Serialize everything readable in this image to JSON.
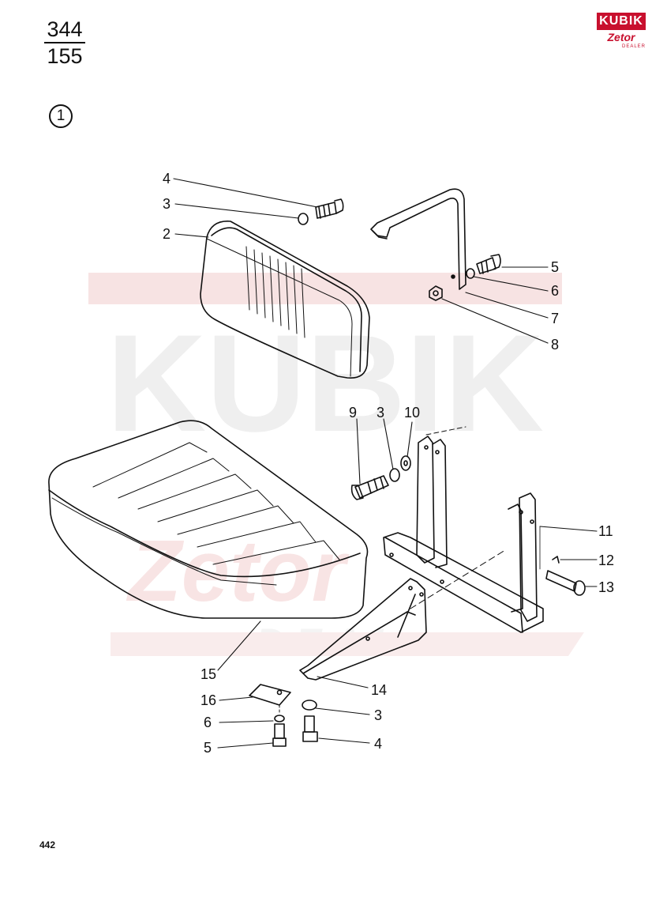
{
  "page_number": {
    "numerator": "344",
    "denominator": "155"
  },
  "figure_number": "1",
  "footer_number": "442",
  "logo": {
    "brand": "KUBIK",
    "sub_brand": "Zetor",
    "tag": "DEALER"
  },
  "watermark": {
    "brand": "KUBIK",
    "sub_brand": "Zetor",
    "tag": "DEAL"
  },
  "colors": {
    "brand_red": "#c8102e",
    "line": "#111111",
    "watermark": "#f6dede"
  },
  "callouts": [
    {
      "id": "c-4-top",
      "text": "4"
    },
    {
      "id": "c-3-top",
      "text": "3"
    },
    {
      "id": "c-2",
      "text": "2"
    },
    {
      "id": "c-5-top",
      "text": "5"
    },
    {
      "id": "c-6-top",
      "text": "6"
    },
    {
      "id": "c-7",
      "text": "7"
    },
    {
      "id": "c-8",
      "text": "8"
    },
    {
      "id": "c-9",
      "text": "9"
    },
    {
      "id": "c-3-mid",
      "text": "3"
    },
    {
      "id": "c-10",
      "text": "10"
    },
    {
      "id": "c-11",
      "text": "11"
    },
    {
      "id": "c-12",
      "text": "12"
    },
    {
      "id": "c-13",
      "text": "13"
    },
    {
      "id": "c-15",
      "text": "15"
    },
    {
      "id": "c-14",
      "text": "14"
    },
    {
      "id": "c-16",
      "text": "16"
    },
    {
      "id": "c-3-bot",
      "text": "3"
    },
    {
      "id": "c-6-bot",
      "text": "6"
    },
    {
      "id": "c-4-bot",
      "text": "4"
    },
    {
      "id": "c-5-bot",
      "text": "5"
    }
  ]
}
